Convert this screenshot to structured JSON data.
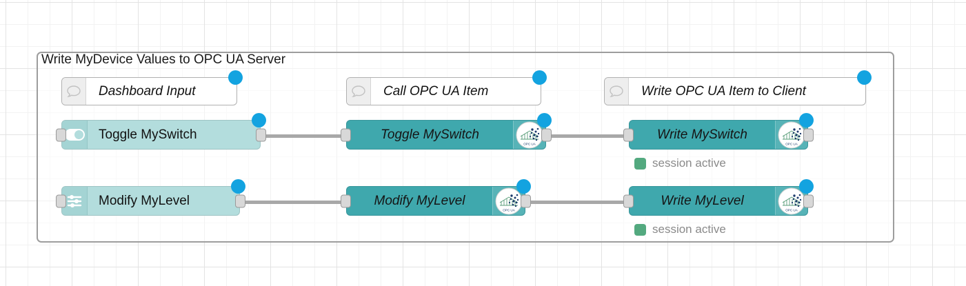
{
  "editor": {
    "background": "#ffffff",
    "grid_color": "#e3e3e3",
    "accent_selection": "#13a3e0",
    "dashboard_node_color": "#b3dddd",
    "opcua_node_color": "#3fa8ad",
    "status_ok_color": "#53a97f"
  },
  "group": {
    "label": "Write MyDevice Values to OPC UA Server"
  },
  "comments": [
    {
      "label": "Dashboard Input",
      "icon": "comment-bubble-icon"
    },
    {
      "label": "Call OPC UA Item",
      "icon": "comment-bubble-icon"
    },
    {
      "label": "Write OPC UA Item to Client",
      "icon": "comment-bubble-icon"
    }
  ],
  "nodes": {
    "row1": [
      {
        "label": "Toggle MySwitch",
        "type": "dashboard-switch",
        "icon": "toggle-switch-icon"
      },
      {
        "label": "Toggle MySwitch",
        "type": "opcua-item",
        "icon": "opc-ua-logo-icon"
      },
      {
        "label": "Write MySwitch",
        "type": "opcua-client",
        "icon": "opc-ua-logo-icon"
      }
    ],
    "row2": [
      {
        "label": "Modify MyLevel",
        "type": "dashboard-slider",
        "icon": "sliders-icon"
      },
      {
        "label": "Modify MyLevel",
        "type": "opcua-item",
        "icon": "opc-ua-logo-icon"
      },
      {
        "label": "Write MyLevel",
        "type": "opcua-client",
        "icon": "opc-ua-logo-icon"
      }
    ]
  },
  "statuses": [
    {
      "text": "session active",
      "color": "#53a97f"
    },
    {
      "text": "session active",
      "color": "#53a97f"
    }
  ],
  "logo": {
    "caption": "OPC UA"
  }
}
